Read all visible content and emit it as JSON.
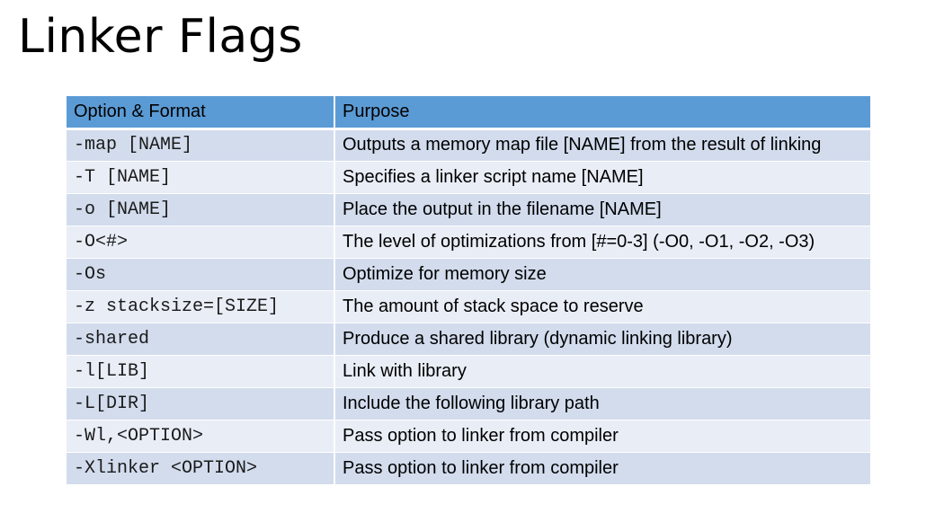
{
  "slide": {
    "title": "Linker Flags"
  },
  "table": {
    "headers": {
      "option": "Option & Format",
      "purpose": "Purpose"
    },
    "rows": [
      {
        "option": "-map [NAME]",
        "purpose": "Outputs a memory map file [NAME] from the result of linking"
      },
      {
        "option": "-T [NAME]",
        "purpose": "Specifies a linker script name [NAME]"
      },
      {
        "option": "-o [NAME]",
        "purpose": "Place the output in the filename [NAME]"
      },
      {
        "option": "-O<#>",
        "purpose": "The level of optimizations from [#=0-3] (-O0, -O1, -O2, -O3)"
      },
      {
        "option": "-Os",
        "purpose": "Optimize for memory size"
      },
      {
        "option": "-z stacksize=[SIZE]",
        "purpose": "The amount of stack space to reserve"
      },
      {
        "option": "-shared",
        "purpose": "Produce a shared library (dynamic linking library)"
      },
      {
        "option": "-l[LIB]",
        "purpose": "Link with library"
      },
      {
        "option": "-L[DIR]",
        "purpose": "Include the following library path"
      },
      {
        "option": "-Wl,<OPTION>",
        "purpose": "Pass option to linker from compiler"
      },
      {
        "option": "-Xlinker <OPTION>",
        "purpose": "Pass option to linker from compiler"
      }
    ]
  },
  "colors": {
    "header_bg": "#5b9bd5",
    "row_dark": "#d2dced",
    "row_light": "#e8edf6"
  }
}
